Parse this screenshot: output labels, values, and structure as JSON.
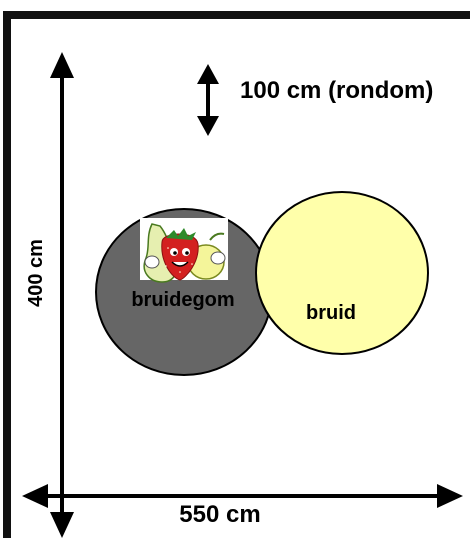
{
  "diagram": {
    "margin_label": "100 cm (rondom)",
    "height_label": "400 cm",
    "width_label": "550 cm",
    "groom": {
      "label": "bruidegom",
      "fill_color": "#666666"
    },
    "bride": {
      "label": "bruid",
      "fill_color": "#FFFFAA"
    },
    "logo": {
      "icon": "strawberry-pear-mascot-icon"
    },
    "colors": {
      "ink": "#000000",
      "border": "#111111"
    }
  }
}
